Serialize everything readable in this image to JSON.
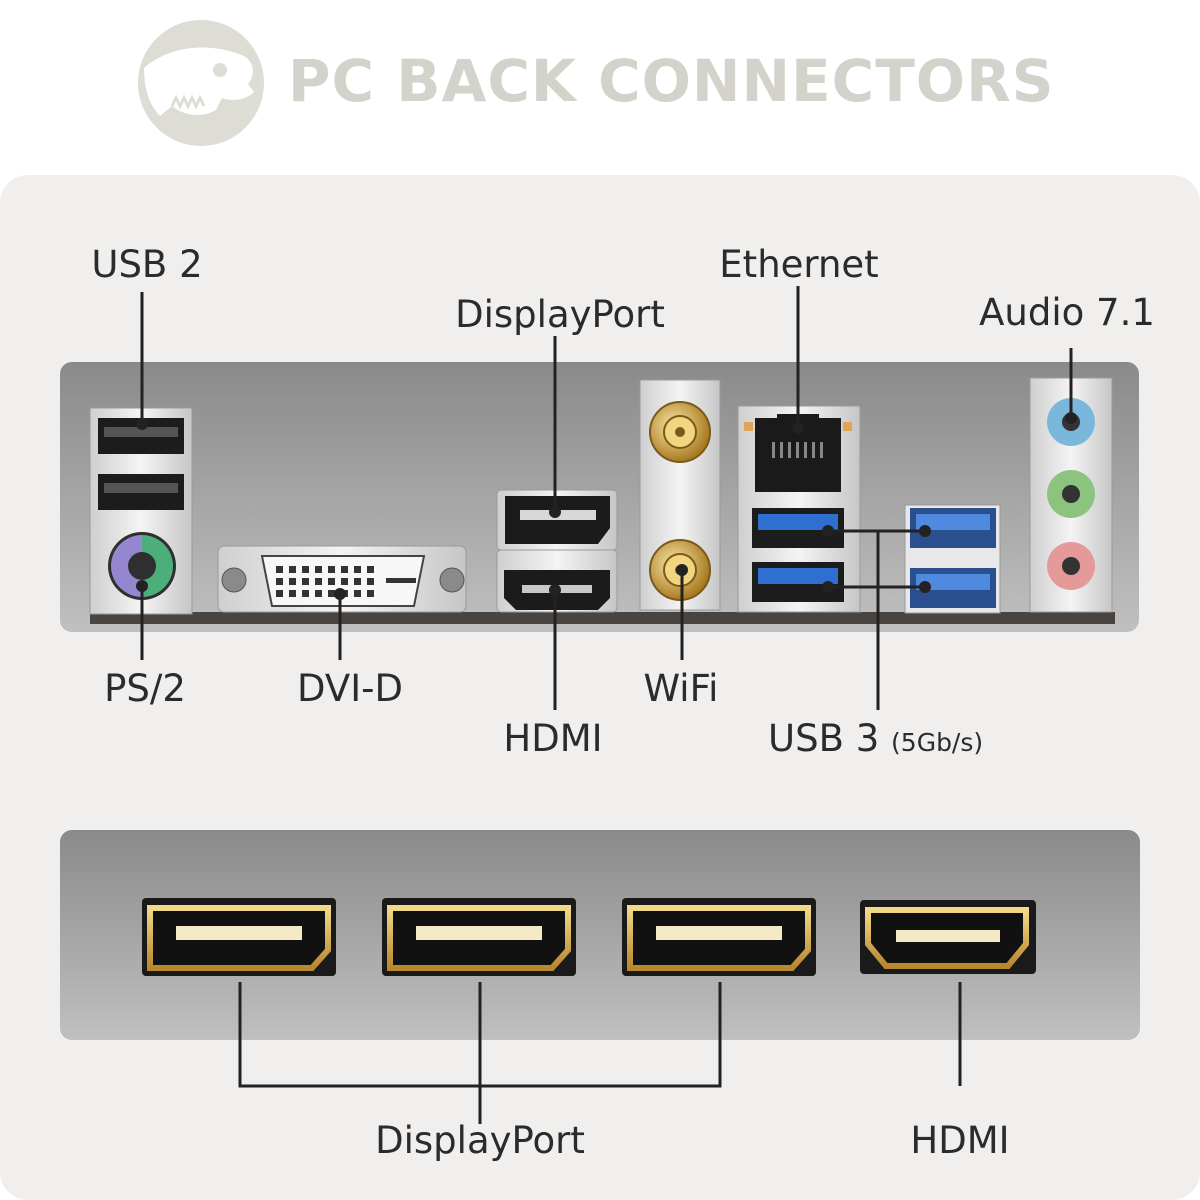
{
  "header": {
    "title": "PC BACK CONNECTORS",
    "logo_icon": "dinosaur-skull-logo"
  },
  "colors": {
    "title": "#d3d2cb",
    "card_background": "#f0efed",
    "panel_gradient_top": "#8d8d8d",
    "panel_gradient_bottom": "#bdbdbd",
    "leader_line": "#222222",
    "usb3_blue": "#2f6fd0",
    "port_gold": "#d9b34a",
    "audio_blue": "#7ab8db",
    "audio_green": "#8cc47f",
    "audio_pink": "#e49a98",
    "ps2_purple": "#9487cf",
    "ps2_green": "#4caf7a"
  },
  "motherboard_panel": {
    "labels": {
      "usb2": "USB 2",
      "ps2": "PS/2",
      "dvi": "DVI-D",
      "displayport": "DisplayPort",
      "hdmi": "HDMI",
      "wifi": "WiFi",
      "ethernet": "Ethernet",
      "usb3": "USB 3",
      "usb3_speed": "(5Gb/s)",
      "audio": "Audio 7.1"
    }
  },
  "gpu_panel": {
    "labels": {
      "displayport": "DisplayPort",
      "hdmi": "HDMI"
    },
    "displayport_count": 3,
    "hdmi_count": 1
  }
}
